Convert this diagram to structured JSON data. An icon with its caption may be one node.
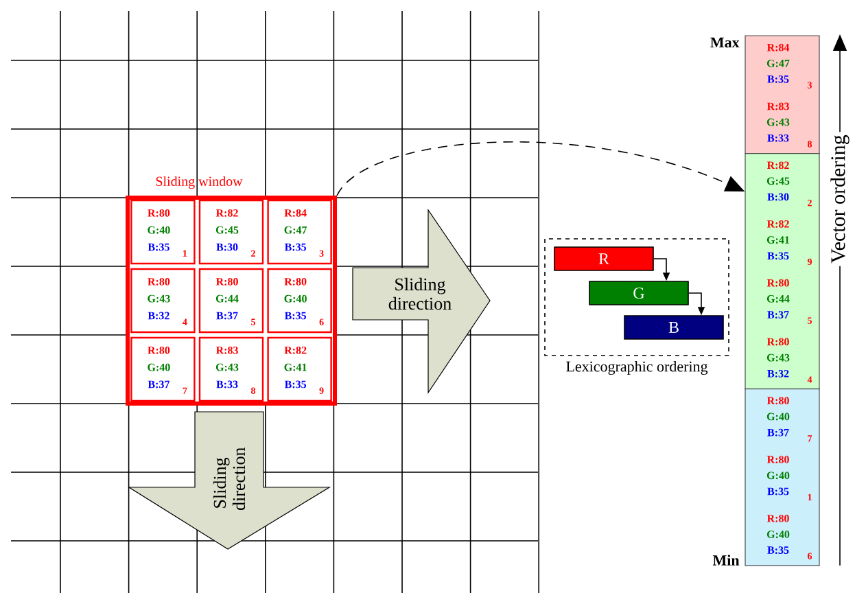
{
  "diagram": {
    "nodes": [
      {
        "text": [
          "Sliding window"
        ]
      },
      {
        "text": [
          "R:80",
          "G:40",
          "B:35",
          "1"
        ],
        "in": 0
      },
      {
        "text": [
          "R:82",
          "G:45",
          "B:30",
          "2"
        ],
        "in": 0
      },
      {
        "text": [
          "R:84",
          "G:47",
          "B:35",
          "3"
        ],
        "in": 0
      },
      {
        "text": [
          "R:80",
          "G:43",
          "B:32",
          "4"
        ],
        "in": 0
      },
      {
        "text": [
          "R:80",
          "G:44",
          "B:37",
          "5"
        ],
        "in": 0
      },
      {
        "text": [
          "R:80",
          "G:40",
          "B:35",
          "6"
        ],
        "in": 0
      },
      {
        "text": [
          "R:80",
          "G:40",
          "B:37",
          "7"
        ],
        "in": 0
      },
      {
        "text": [
          "R:83",
          "G:43",
          "B:33",
          "8"
        ],
        "in": 0
      },
      {
        "text": [
          "R:82",
          "G:41",
          "B:35",
          "9"
        ],
        "in": 0
      },
      {
        "text": [
          "Sliding direction"
        ]
      },
      {
        "text": [
          "Sliding direction"
        ]
      },
      {
        "text": [
          "Lexicographic ordering"
        ]
      },
      {
        "text": [
          "R"
        ],
        "in": 12
      },
      {
        "text": [
          "G"
        ],
        "in": 12
      },
      {
        "text": [
          "B"
        ],
        "in": 12
      },
      {
        "text": [],
        "shape": "box"
      },
      {
        "text": [],
        "shape": "box"
      },
      {
        "text": [],
        "shape": "box"
      },
      {
        "text": [
          "R:84",
          "G:47",
          "B:35",
          "3"
        ],
        "in": 16
      },
      {
        "text": [
          "R:83",
          "G:43",
          "B:33",
          "8"
        ],
        "in": 16
      },
      {
        "text": [
          "R:82",
          "G:45",
          "B:30",
          "2"
        ],
        "in": 17
      },
      {
        "text": [
          "R:82",
          "G:41",
          "B:35",
          "9"
        ],
        "in": 17
      },
      {
        "text": [
          "R:80",
          "G:44",
          "B:37",
          "5"
        ],
        "in": 17
      },
      {
        "text": [
          "R:80",
          "G:43",
          "B:32",
          "4"
        ],
        "in": 17
      },
      {
        "text": [
          "R:80",
          "G:40",
          "B:37",
          "7"
        ],
        "in": 18
      },
      {
        "text": [
          "R:80",
          "G:40",
          "B:35",
          "1"
        ],
        "in": 18
      },
      {
        "text": [
          "R:80",
          "G:40",
          "B:35",
          "6"
        ],
        "in": 18
      }
    ],
    "edges": [
      {
        "from": 0,
        "to": 17,
        "arrow": "to",
        "style": "dashed"
      },
      {
        "from": 13,
        "to": 14,
        "arrow": "to"
      },
      {
        "from": 14,
        "to": 15,
        "arrow": "to"
      }
    ],
    "labels": [
      "Max",
      "Min",
      "Vector ordering"
    ]
  }
}
